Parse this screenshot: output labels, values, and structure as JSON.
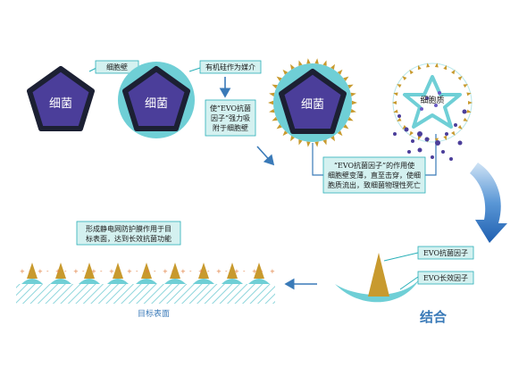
{
  "labels": {
    "cell_wall": "细胞壁",
    "medium": "有机硅作为媒介",
    "adsorb_l1": "使“EVO抗菌",
    "adsorb_l2": "因子”强力吸",
    "adsorb_l3": "附于细胞壁",
    "effect_l1": "“EVO抗菌因子”的作用使",
    "effect_l2": "细胞壁变薄，直至击穿，使细",
    "effect_l3": "胞质流出，致细菌物理性死亡",
    "film_l1": "形成静电网防护膜作用于目",
    "film_l2": "标表面，达到长效抗菌功能",
    "factor": "EVO抗菌因子",
    "long_factor": "EVO长效因子",
    "combine": "结合",
    "target_surface": "目标表面"
  },
  "bacteria": [
    {
      "label": "细菌"
    },
    {
      "label": "细菌"
    },
    {
      "label": "细菌"
    }
  ],
  "ruptured_label": "细胞质",
  "colors": {
    "pentagon_fill": "#4b3e9a",
    "pentagon_stroke": "#1c2033",
    "box_fill": "#d4f1f0",
    "box_stroke": "#2ab0b8",
    "teal": "#6fcfd6",
    "gold": "#c89a2e",
    "arrow": "#3a7ab8"
  }
}
